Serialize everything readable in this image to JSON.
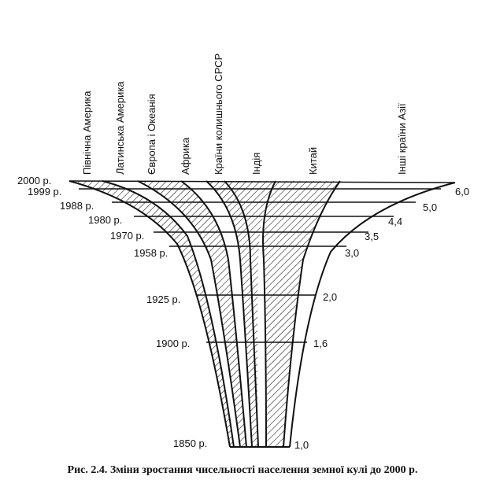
{
  "diagram": {
    "regions": [
      "Північна Америка",
      "Латинська Америка",
      "Європа і Океанія",
      "Африка",
      "Країни колишнього СРСР",
      "Індія",
      "Китай",
      "Інші країни Азії"
    ],
    "years": [
      "2000 р.",
      "1999 р.",
      "1988 р.",
      "1980 р.",
      "1970 р.",
      "1958 р.",
      "1925 р.",
      "1900 р.",
      "1850 р."
    ],
    "population_billions": [
      "6,0",
      "5,0",
      "4,4",
      "3,5",
      "3,0",
      "2,0",
      "1,6",
      "1,0"
    ]
  },
  "chart_data": {
    "type": "area",
    "x": [
      1850,
      1900,
      1925,
      1958,
      1970,
      1980,
      1988,
      1999,
      2000
    ],
    "y_labels": [
      "1,0",
      "1,6",
      "2,0",
      "3,0",
      "3,5",
      "4,4",
      "5,0",
      "6,0"
    ],
    "series_names": [
      "Північна Америка",
      "Латинська Америка",
      "Європа і Океанія",
      "Африка",
      "Країни колишнього СРСР",
      "Індія",
      "Китай",
      "Інші країни Азії"
    ]
  },
  "caption": "Рис. 2.4. Зміни зростання чисельності населення земної кулі до 2000 р."
}
